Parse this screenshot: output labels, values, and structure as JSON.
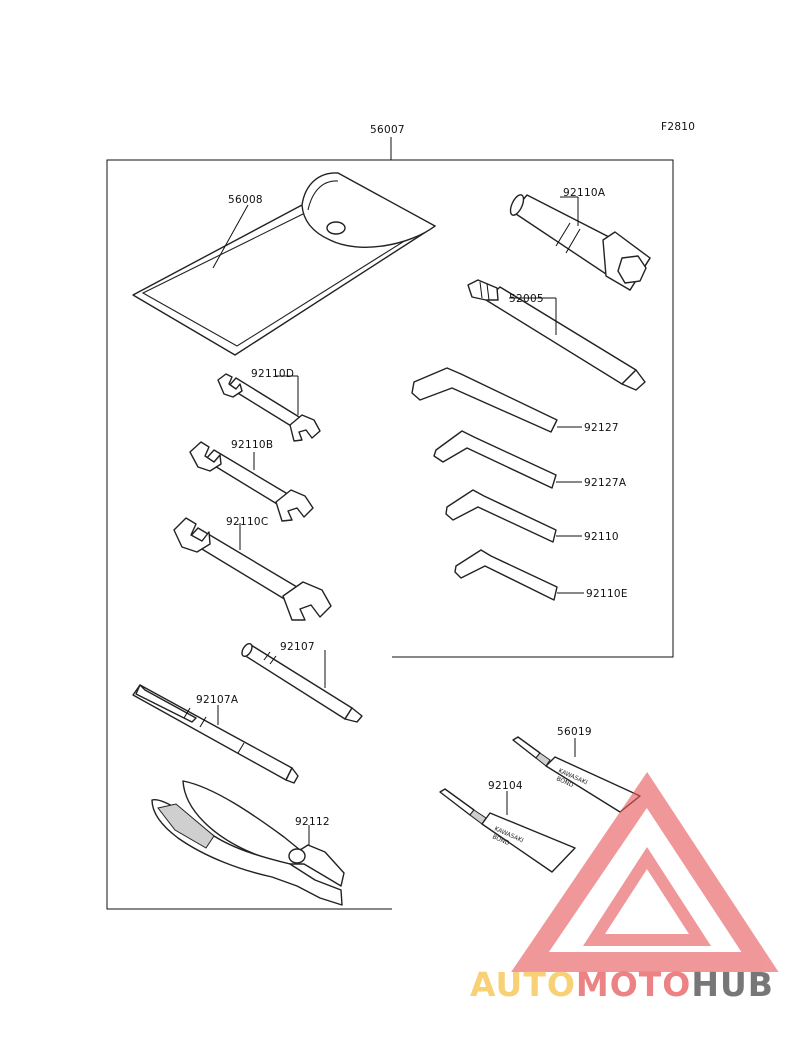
{
  "figure_code": "F2810",
  "parts": {
    "p56007": "56007",
    "p56008": "56008",
    "p92110A": "92110A",
    "p52005": "52005",
    "p92110D": "92110D",
    "p92110B": "92110B",
    "p92110C": "92110C",
    "p92127": "92127",
    "p92127A": "92127A",
    "p92110": "92110",
    "p92110E": "92110E",
    "p92107": "92107",
    "p92107A": "92107A",
    "p92112": "92112",
    "p56019": "56019",
    "p92104": "92104"
  },
  "tube_labels": {
    "upper_line1": "KAWASAKI",
    "upper_line2": "BOND",
    "lower_line1": "KAWASAKI",
    "lower_line2": "BOND"
  },
  "watermark": {
    "part1": "AUTO",
    "part2": "MOTO",
    "part3": "HUB",
    "color_light": "#f6c24a",
    "color_red": "#e8595b",
    "color_dark": "#4a4a4a"
  }
}
